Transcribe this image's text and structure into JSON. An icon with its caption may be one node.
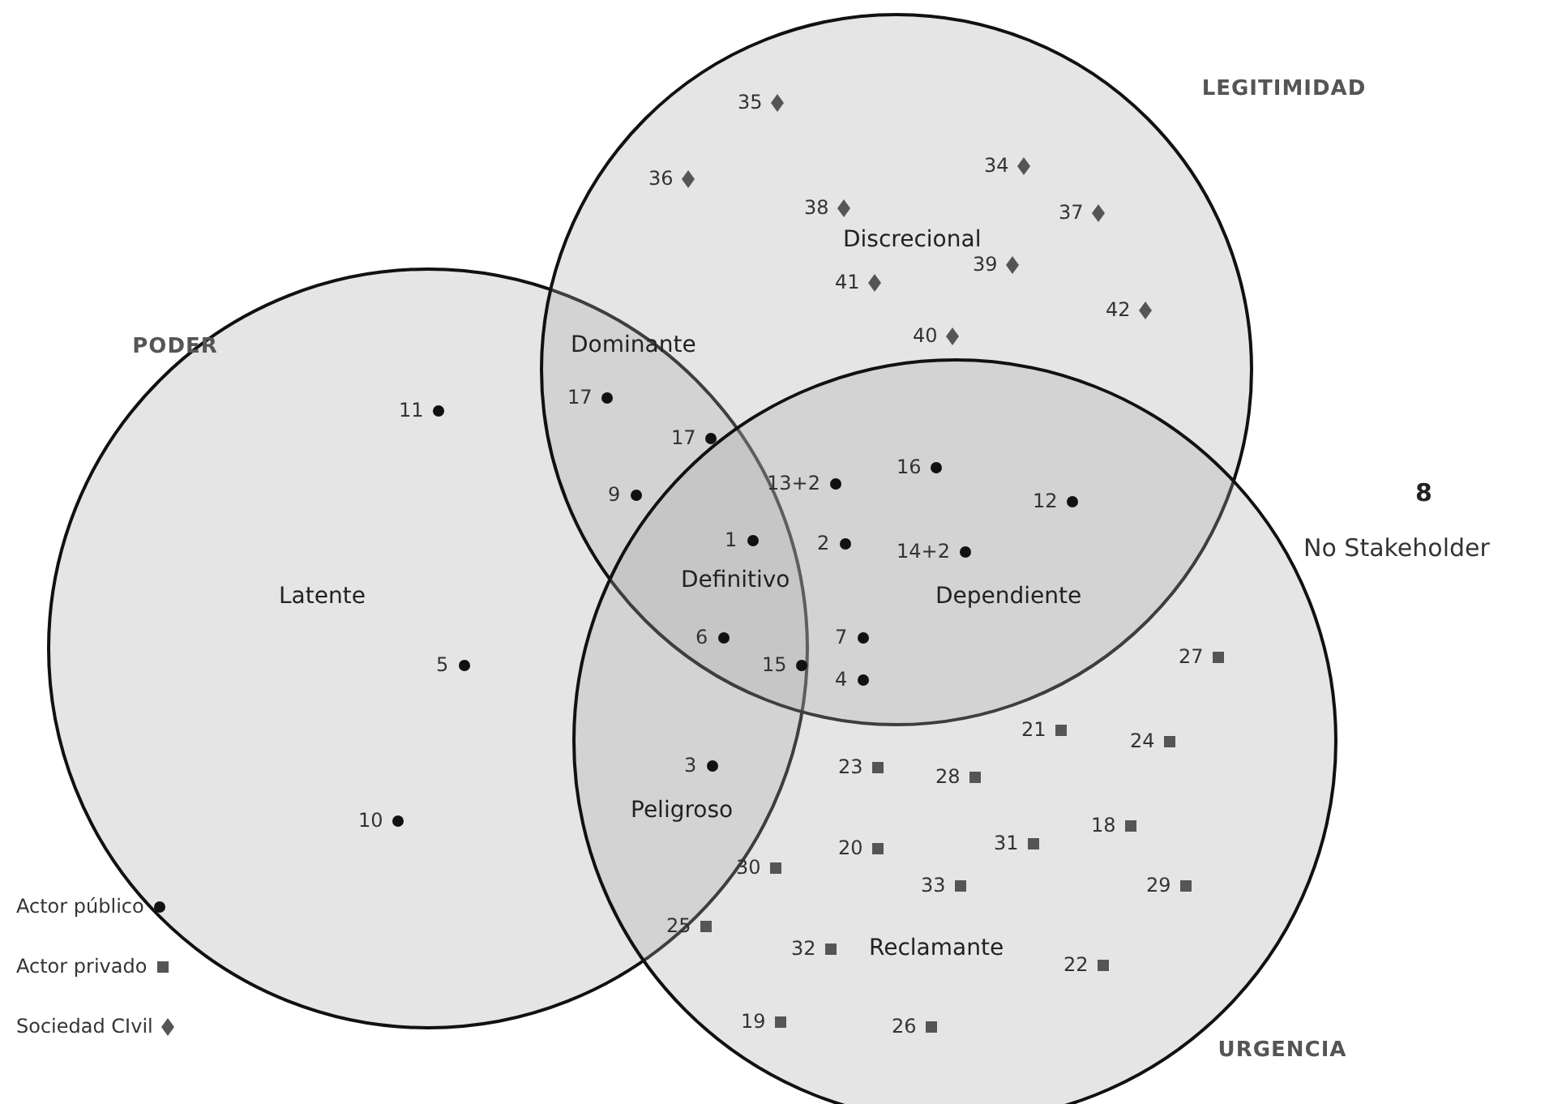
{
  "diagram": {
    "nodes": [
      {
        "text": [
          "PODER"
        ]
      },
      {
        "text": [
          "LEGITIMIDAD"
        ]
      },
      {
        "text": [
          "URGENCIA"
        ]
      }
    ],
    "labels": [
      "35",
      "34",
      "36",
      "38",
      "37",
      "Discrecional",
      "39",
      "41",
      "42",
      "40",
      "Dominante",
      "17",
      "11",
      "17",
      "13+2",
      "16",
      "9",
      "12",
      "1",
      "2",
      "14+2",
      "Definitivo",
      "Latente",
      "Dependiente",
      "5",
      "6",
      "7",
      "27",
      "15",
      "4",
      "21",
      "24",
      "3",
      "23",
      "28",
      "Peligroso",
      "10",
      "18",
      "20",
      "31",
      "30",
      "33",
      "29",
      "25",
      "32",
      "Reclamante",
      "22",
      "19",
      "26",
      "8",
      "No Stakeholder"
    ],
    "legend": [
      {
        "text": "Actor público"
      },
      {
        "text": "Actor privado"
      },
      {
        "text": "Sociedad CIvil"
      }
    ]
  }
}
